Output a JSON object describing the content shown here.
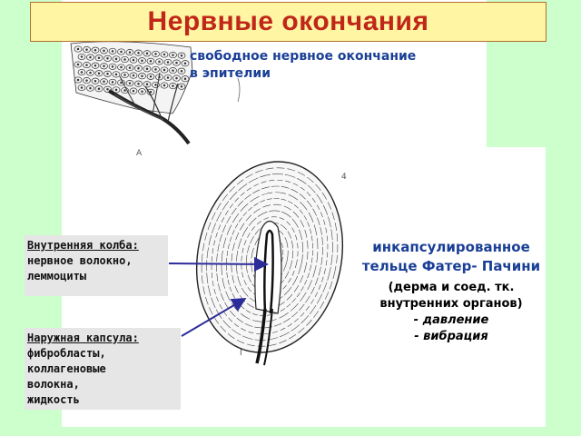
{
  "title": "Нервные окончания",
  "free_ending_caption": [
    "свободное нервное окончание",
    "в эпителии"
  ],
  "figure_letters": {
    "top": "А",
    "bottom": "Г",
    "corner": "4"
  },
  "inner_bulb": {
    "heading": "Внутренняя колба:",
    "lines": [
      "нервное волокно,",
      "леммоциты"
    ]
  },
  "outer_capsule": {
    "heading": "Наружная капсула:",
    "lines": [
      "фибробласты,",
      "коллагеновые",
      "волокна,",
      "жидкость"
    ]
  },
  "pacinian": {
    "heading": [
      "инкапсулированное",
      "тельце Фатер- Пачини"
    ],
    "lines": [
      "(дерма и соед. тк.",
      "внутренних органов)"
    ],
    "functions": [
      "- давление",
      "- вибрация"
    ]
  },
  "colors": {
    "background": "#ccffcc",
    "title_bg": "#fff5a3",
    "title_text": "#c0271a",
    "accent_blue": "#1a3f96",
    "arrow": "#2b2b9a",
    "label_box": "#e6e6e6"
  }
}
